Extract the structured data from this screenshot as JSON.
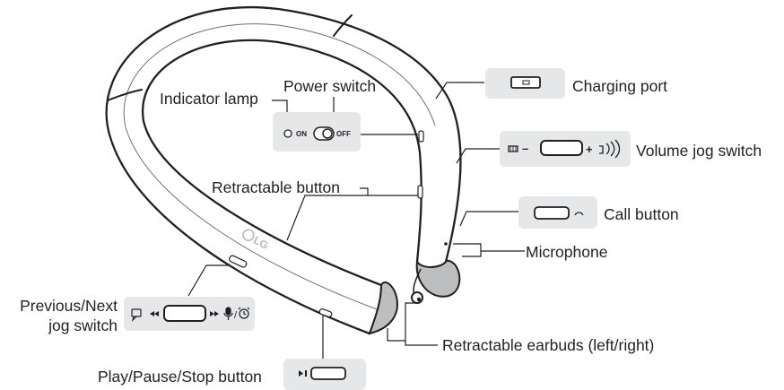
{
  "labels": {
    "indicator_lamp": "Indicator lamp",
    "power_switch": "Power switch",
    "charging_port": "Charging port",
    "volume_jog_switch": "Volume jog switch",
    "retractable_button": "Retractable button",
    "call_button": "Call button",
    "microphone": "Microphone",
    "prev_next_line1": "Previous/Next",
    "prev_next_line2": "jog switch",
    "retractable_earbuds": "Retractable earbuds (left/right)",
    "play_pause_stop": "Play/Pause/Stop button"
  },
  "power_panel": {
    "on": "ON",
    "off": "OFF"
  },
  "volume_panel": {
    "minus": "–",
    "plus": "+"
  },
  "logo": "LG",
  "icons": {
    "charging": "usb-port-icon",
    "volume_low": "speaker-low-icon",
    "volume_high": "speaker-high-icon",
    "call": "phone-icon",
    "message": "message-icon",
    "prev": "rewind-icon",
    "next": "fast-forward-icon",
    "voice": "microphone-icon",
    "alarm": "alarm-icon",
    "play": "play-pause-icon"
  },
  "colors": {
    "line": "#231f20",
    "panel": "#e6e7e8",
    "earbud": "#bcbec0"
  }
}
